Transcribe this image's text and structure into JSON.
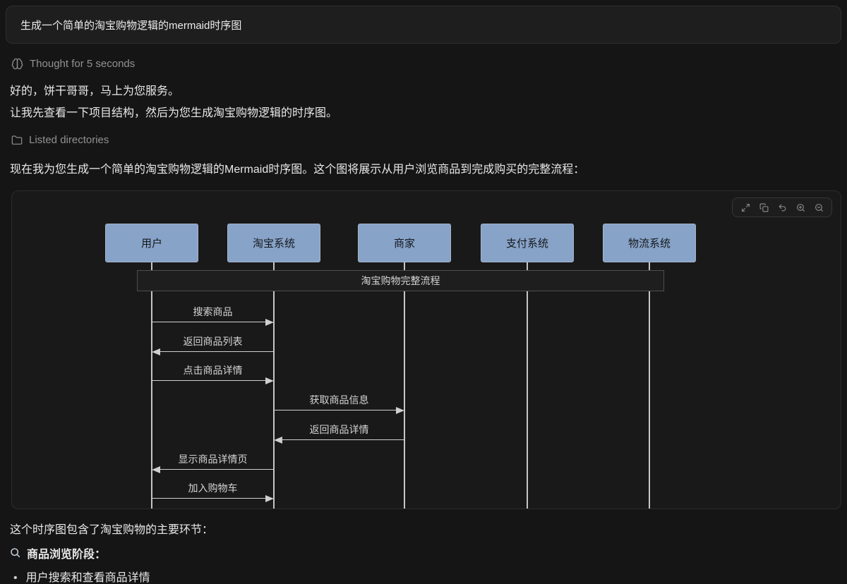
{
  "app": {
    "prompt_text": "生成一个简单的淘宝购物逻辑的mermaid时序图",
    "thought_label": "Thought for 5 seconds",
    "reply_line1": "好的，饼干哥哥，马上为您服务。",
    "reply_line2": "让我先查看一下项目结构，然后为您生成淘宝购物逻辑的时序图。",
    "tool_call_label": "Listed directories",
    "intro_line": "现在我为您生成一个简单的淘宝购物逻辑的Mermaid时序图。这个图将展示从用户浏览商品到完成购买的完整流程：",
    "summary_line": "这个时序图包含了淘宝购物的主要环节：",
    "section_heading": "商品浏览阶段：",
    "bullet_item": "用户搜索和查看商品详情"
  },
  "diagram": {
    "type": "mermaid-sequence",
    "note_label": "淘宝购物完整流程",
    "actors": [
      "用户",
      "淘宝系统",
      "商家",
      "支付系统",
      "物流系统"
    ],
    "messages": [
      {
        "from": "用户",
        "to": "淘宝系统",
        "label": "搜索商品"
      },
      {
        "from": "淘宝系统",
        "to": "用户",
        "label": "返回商品列表"
      },
      {
        "from": "用户",
        "to": "淘宝系统",
        "label": "点击商品详情"
      },
      {
        "from": "淘宝系统",
        "to": "商家",
        "label": "获取商品信息"
      },
      {
        "from": "商家",
        "to": "淘宝系统",
        "label": "返回商品详情"
      },
      {
        "from": "淘宝系统",
        "to": "用户",
        "label": "显示商品详情页"
      },
      {
        "from": "用户",
        "to": "淘宝系统",
        "label": "加入购物车"
      }
    ],
    "toolbar_buttons": [
      "expand",
      "copy",
      "undo",
      "zoom-in",
      "zoom-out"
    ],
    "colors": {
      "actor_fill": "#87a3c8",
      "actor_border": "#a5b5cb",
      "actor_text": "#16191d",
      "lifeline": "#c6c6c6",
      "arrow": "#cfcfcf",
      "note_border": "#4e4e4e",
      "diagram_text": "#d4d4d4"
    }
  }
}
